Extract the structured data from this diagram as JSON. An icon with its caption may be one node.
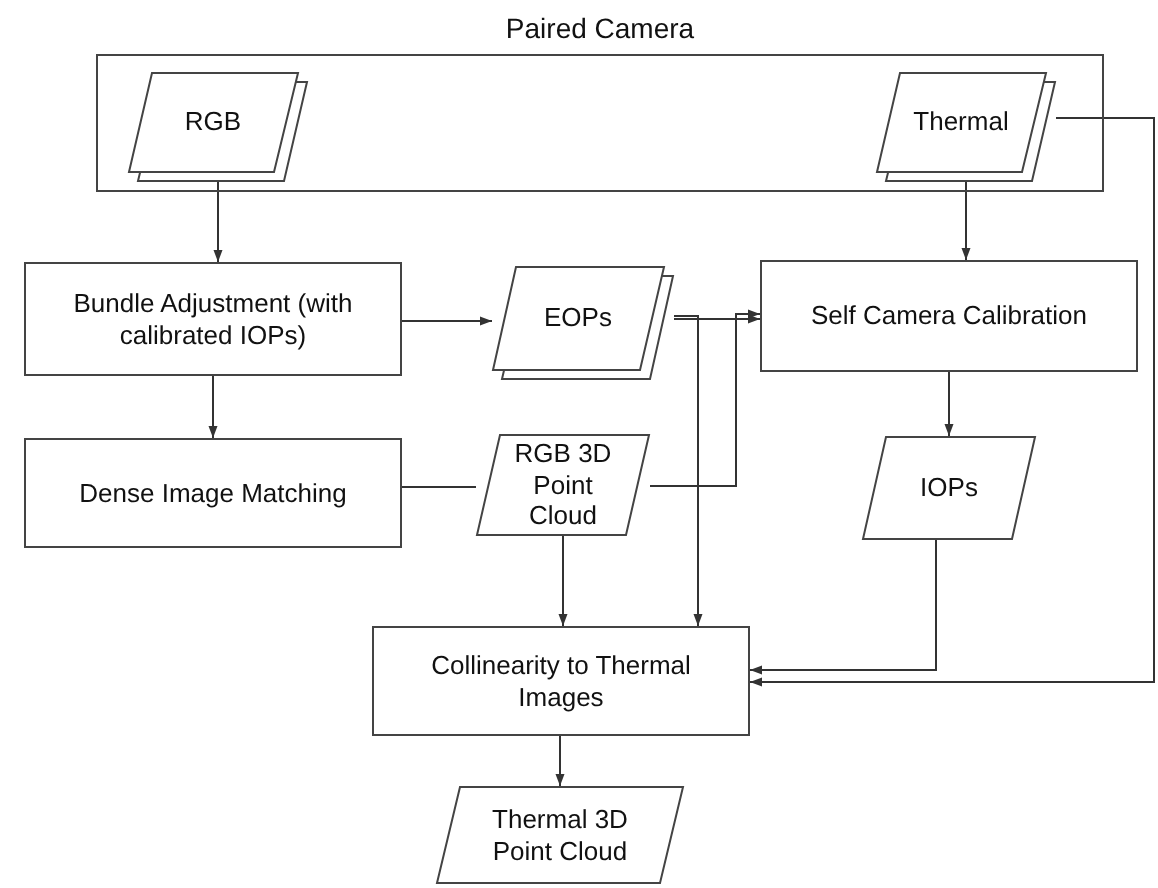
{
  "diagram": {
    "nodes": [
      {
        "text": [
          "Paired Camera"
        ]
      },
      {
        "text": [
          "RGB"
        ],
        "in": 0
      },
      {
        "text": [
          "Thermal"
        ],
        "in": 0
      },
      {
        "text": [
          "Bundle Adjustment (with calibrated IOPs)"
        ]
      },
      {
        "text": [
          "EOPs"
        ]
      },
      {
        "text": [
          "Self Camera Calibration"
        ]
      },
      {
        "text": [
          "Dense Image Matching"
        ]
      },
      {
        "text": [
          "RGB 3D Point Cloud"
        ]
      },
      {
        "text": [
          "IOPs"
        ]
      },
      {
        "text": [
          "Collinearity to Thermal Images"
        ]
      },
      {
        "text": [
          "Thermal 3D Point Cloud"
        ]
      }
    ],
    "edges": [
      {
        "from": 1,
        "to": 3,
        "arrow": "to"
      },
      {
        "from": 2,
        "to": 5,
        "arrow": "to"
      },
      {
        "from": 3,
        "to": 4,
        "arrow": "to"
      },
      {
        "from": 4,
        "to": 5,
        "arrow": "to"
      },
      {
        "from": 4,
        "to": 9,
        "arrow": "to"
      },
      {
        "from": 7,
        "to": 5,
        "arrow": "to"
      },
      {
        "from": 6,
        "to": 7,
        "arrow": "none"
      },
      {
        "from": 3,
        "to": 6,
        "arrow": "to"
      },
      {
        "from": 5,
        "to": 8,
        "arrow": "to"
      },
      {
        "from": 8,
        "to": 9,
        "arrow": "to"
      },
      {
        "from": 2,
        "to": 9,
        "arrow": "to"
      },
      {
        "from": 7,
        "to": 9,
        "arrow": "to"
      },
      {
        "from": 9,
        "to": 10,
        "arrow": "to"
      }
    ]
  }
}
